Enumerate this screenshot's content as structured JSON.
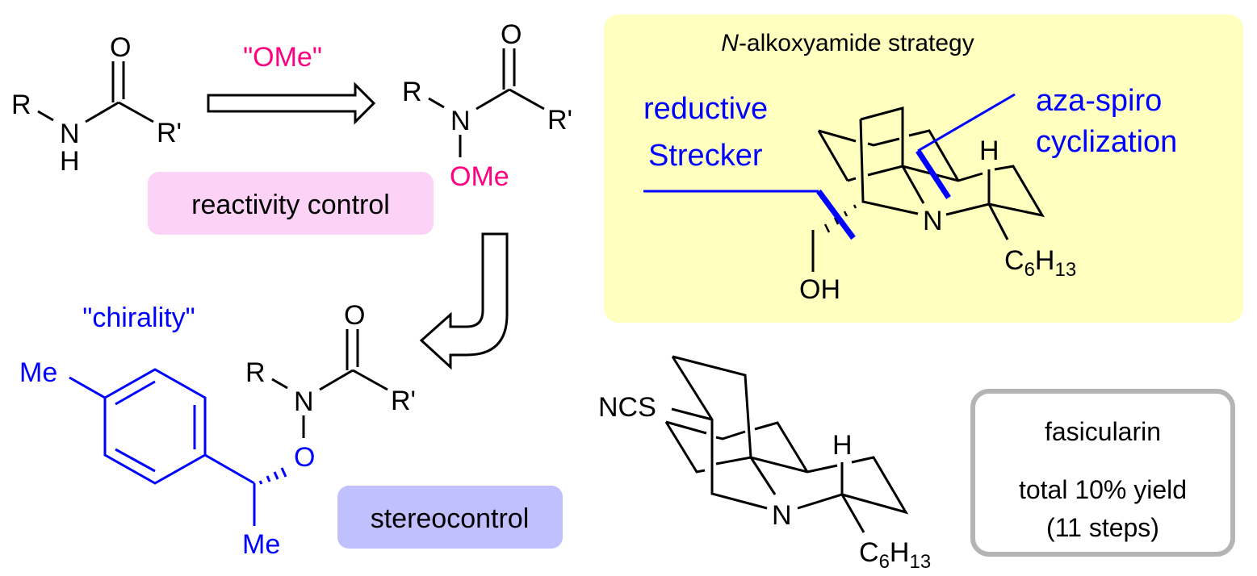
{
  "scheme": {
    "reagent_label": "\"OMe\"",
    "chirality_label": "\"chirality\"",
    "reactivity_box": "reactivity control",
    "stereo_box": "stereocontrol",
    "amide1": {
      "r": "R",
      "n": "N",
      "h": "H",
      "o": "O",
      "rp": "R'"
    },
    "amide2": {
      "r": "R",
      "n": "N",
      "o": "O",
      "rp": "R'",
      "ome": "OMe"
    },
    "amide3": {
      "r": "R",
      "n": "N",
      "o": "O",
      "rp": "R'",
      "o_link": "O",
      "me_aryl": "Me",
      "me_chiral": "Me"
    }
  },
  "strategy": {
    "title_italic": "N",
    "title_rest": "-alkoxyamide strategy",
    "label_left_1": "reductive",
    "label_left_2": "Strecker",
    "label_right_1": "aza-spiro",
    "label_right_2": "cyclization",
    "atoms": {
      "n": "N",
      "h": "H",
      "oh": "OH"
    },
    "chain": {
      "c": "C",
      "c_count": "6",
      "h": "H",
      "h_count": "13"
    }
  },
  "target": {
    "atoms": {
      "ncs": "NCS",
      "n": "N",
      "h": "H"
    },
    "chain": {
      "c": "C",
      "c_count": "6",
      "h": "H",
      "h_count": "13"
    },
    "name": "fasicularin",
    "yield": "total 10% yield",
    "steps": "(11 steps)"
  },
  "colors": {
    "pink_text": "#ff0080",
    "blue": "#0000ff",
    "pink_box": "#fcd2f6",
    "blue_box": "#c0c0ff",
    "yellow_box": "#ffffc0",
    "gray_border": "#b4b4b4"
  }
}
